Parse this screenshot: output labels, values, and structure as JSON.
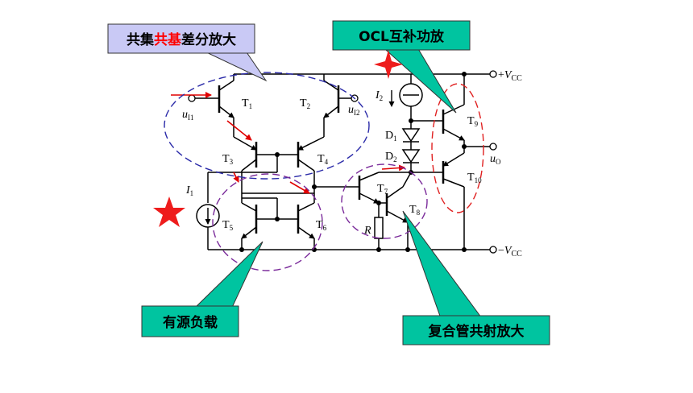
{
  "callouts": {
    "diff_amp": {
      "part1": "共集",
      "part2": "共基",
      "part3": "差分放大",
      "highlight_color": "#ff0000"
    },
    "ocl": {
      "text": "OCL互补功放"
    },
    "active_load": {
      "text": "有源负载"
    },
    "compound": {
      "text": "复合管共射放大"
    }
  },
  "labels": {
    "vcc_pos": {
      "sign": "+",
      "v": "V",
      "sub": "CC"
    },
    "vcc_neg": {
      "sign": "−",
      "v": "V",
      "sub": "CC"
    },
    "u11": {
      "main": "u",
      "sub": "I1"
    },
    "u12": {
      "main": "u",
      "sub": "I2"
    },
    "uo": {
      "main": "u",
      "sub": "O"
    },
    "i1": {
      "main": "I",
      "sub": "1"
    },
    "i2": {
      "main": "I",
      "sub": "2"
    },
    "t1": {
      "main": "T",
      "sub": "1"
    },
    "t2": {
      "main": "T",
      "sub": "2"
    },
    "t3": {
      "main": "T",
      "sub": "3"
    },
    "t4": {
      "main": "T",
      "sub": "4"
    },
    "t5": {
      "main": "T",
      "sub": "5"
    },
    "t6": {
      "main": "T",
      "sub": "6"
    },
    "t7": {
      "main": "T",
      "sub": "7"
    },
    "t8": {
      "main": "T",
      "sub": "8"
    },
    "t9": {
      "main": "T",
      "sub": "9"
    },
    "t10": {
      "main": "T",
      "sub": "10"
    },
    "d1": {
      "main": "D",
      "sub": "1"
    },
    "d2": {
      "main": "D",
      "sub": "2"
    },
    "r": {
      "main": "R"
    }
  },
  "colors": {
    "wire": "#000000",
    "callout_fill": "#00c4a0",
    "title_fill": "#c9c9f5",
    "ellipse_blue": "#2a2aa8",
    "ellipse_purple": "#7a2a9a",
    "ellipse_red": "#e02020",
    "arrow_red": "#e00000",
    "star_red": "#ee1c1c"
  },
  "icons": [
    "red-star-icon",
    "red-four-point-star-icon"
  ]
}
